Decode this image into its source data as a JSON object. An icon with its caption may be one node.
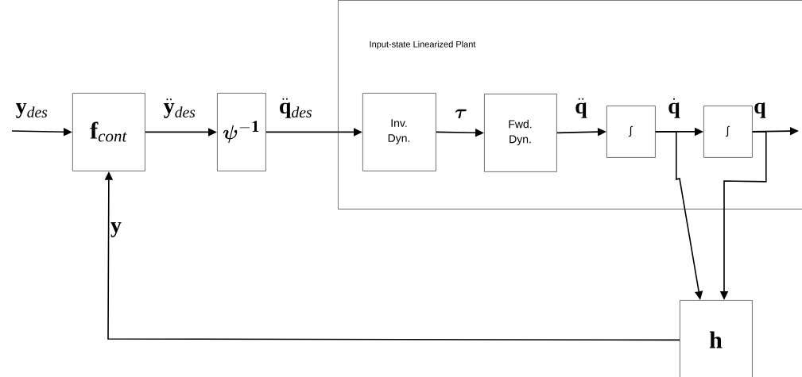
{
  "diagram": {
    "nodes": [
      {
        "text": [
          "Input-state Linearized Plant"
        ]
      },
      {
        "text": [
          "\\mathbf{f}_{\\mathit{cont}}"
        ]
      },
      {
        "text": [
          "\\boldsymbol{\\psi}^{\\mathbf{-1}}"
        ]
      },
      {
        "text": [
          "Inv. Dyn."
        ],
        "in": 0
      },
      {
        "text": [
          "Fwd. Dyn."
        ],
        "in": 0
      },
      {
        "text": [
          "∫"
        ],
        "in": 0
      },
      {
        "text": [
          "∫"
        ],
        "in": 0
      },
      {
        "text": [
          "\\mathbf{h}"
        ]
      }
    ],
    "edges": [
      {
        "from": null,
        "to": 1,
        "arrow": "to",
        "label": "\\mathbf{y}_{\\mathit{des}}"
      },
      {
        "from": 1,
        "to": 2,
        "arrow": "to",
        "label": "\\ddot{\\mathbf{y}}_{\\mathit{des}}"
      },
      {
        "from": 2,
        "to": 3,
        "arrow": "to",
        "label": "\\ddot{\\mathbf{q}}_{\\mathit{des}}"
      },
      {
        "from": 3,
        "to": 4,
        "arrow": "to",
        "label": "\\boldsymbol{\\tau}"
      },
      {
        "from": 4,
        "to": 5,
        "arrow": "to",
        "label": "\\ddot{\\mathbf{q}}"
      },
      {
        "from": 5,
        "to": 6,
        "arrow": "to",
        "label": "\\dot{\\mathbf{q}}"
      },
      {
        "from": 6,
        "to": null,
        "arrow": "to",
        "label": "\\mathbf{q}"
      },
      {
        "from": 5,
        "to": 7,
        "arrow": "to"
      },
      {
        "from": 6,
        "to": 7,
        "arrow": "to"
      },
      {
        "from": 7,
        "to": 1,
        "arrow": "to",
        "label": "\\mathbf{y}"
      }
    ]
  }
}
